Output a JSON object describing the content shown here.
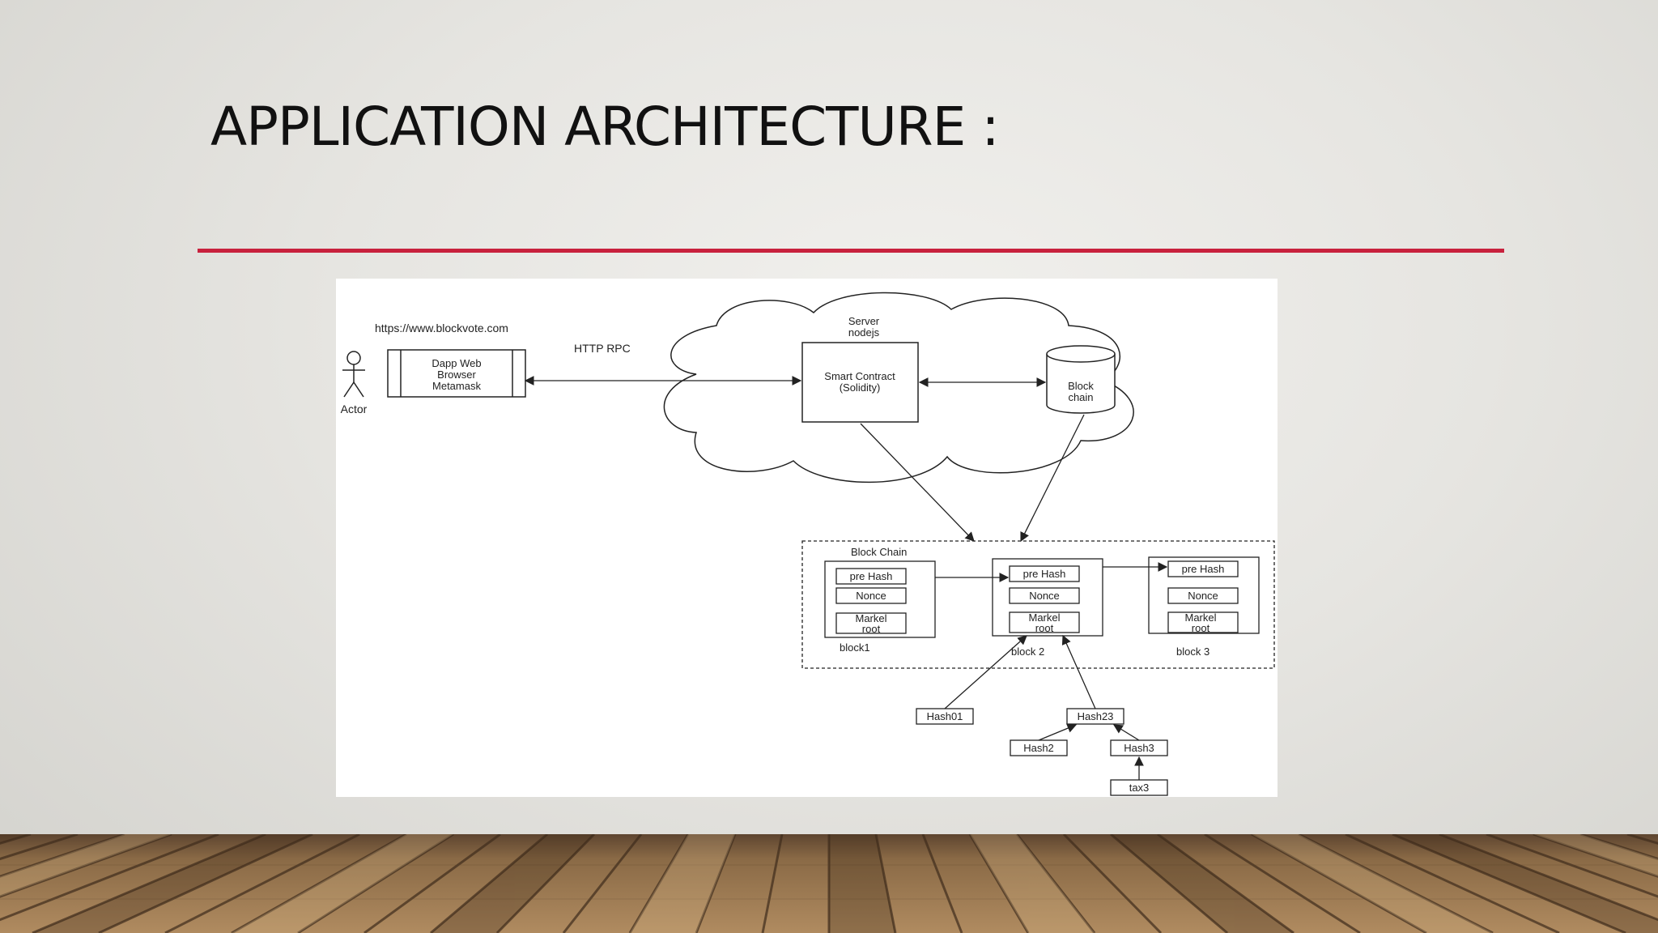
{
  "slide": {
    "title": "Application Architecture :"
  },
  "colors": {
    "accent_rule": "#c8213d",
    "floor_wood": "#8a6a46"
  },
  "diagram": {
    "url_label": "https://www.blockvote.com",
    "actor_label": "Actor",
    "dapp_label": [
      "Dapp Web",
      "Browser",
      "Metamask"
    ],
    "http_label": "HTTP RPC",
    "server_label": [
      "Server",
      "nodejs"
    ],
    "contract_label": [
      "Smart Contract",
      "(Solidity)"
    ],
    "blockchain_db_label": [
      "Block",
      "chain"
    ],
    "chain_title": "Block Chain",
    "blocks": [
      {
        "name": "block1",
        "fields": [
          "pre Hash",
          "Nonce"
        ],
        "merkle": [
          "Markel",
          "root"
        ]
      },
      {
        "name": "block 2",
        "fields": [
          "pre Hash",
          "Nonce"
        ],
        "merkle": [
          "Markel",
          "root"
        ]
      },
      {
        "name": "block 3",
        "fields": [
          "pre Hash",
          "Nonce"
        ],
        "merkle": [
          "Markel",
          "root"
        ]
      }
    ],
    "hashes": {
      "hash01": "Hash01",
      "hash23": "Hash23",
      "hash2": "Hash2",
      "hash3": "Hash3",
      "tax3": "tax3"
    }
  }
}
